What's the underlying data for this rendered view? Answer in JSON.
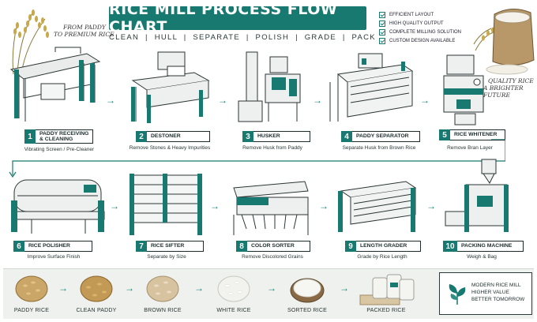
{
  "header": {
    "title": "RICE MILL PROCESS FLOW CHART",
    "subtitle": "CLEAN  |  HULL  |  SEPARATE  |  POLISH  |  GRADE  |  PACK",
    "slogan_left_1": "FROM PADDY",
    "slogan_left_2": "TO PREMIUM RICE",
    "slogan_right_1": "QUALITY RICE",
    "slogan_right_2": "A BRIGHTER FUTURE"
  },
  "features": [
    "EFFICIENT LAYOUT",
    "HIGH QUALITY OUTPUT",
    "COMPLETE MILLING SOLUTION",
    "CUSTOM DESIGN AVAILABLE"
  ],
  "steps": [
    {
      "num": "1",
      "label_1": "PADDY RECEIVING",
      "label_2": "& CLEANING",
      "desc": "Vibrating Screen / Pre-Cleaner"
    },
    {
      "num": "2",
      "label_1": "DESTONER",
      "label_2": "",
      "desc": "Remove Stones & Heavy Impurities"
    },
    {
      "num": "3",
      "label_1": "HUSKER",
      "label_2": "",
      "desc": "Remove Husk from Paddy"
    },
    {
      "num": "4",
      "label_1": "PADDY SEPARATOR",
      "label_2": "",
      "desc": "Separate Husk from Brown Rice"
    },
    {
      "num": "5",
      "label_1": "RICE WHITENER",
      "label_2": "",
      "desc": "Remove Bran Layer"
    },
    {
      "num": "6",
      "label_1": "RICE POLISHER",
      "label_2": "",
      "desc": "Improve Surface Finish"
    },
    {
      "num": "7",
      "label_1": "RICE SIFTER",
      "label_2": "",
      "desc": "Separate by Size"
    },
    {
      "num": "8",
      "label_1": "COLOR SORTER",
      "label_2": "",
      "desc": "Remove Discolored Grains"
    },
    {
      "num": "9",
      "label_1": "LENGTH GRADER",
      "label_2": "",
      "desc": "Grade by Rice Length"
    },
    {
      "num": "10",
      "label_1": "PACKING MACHINE",
      "label_2": "",
      "desc": "Weigh & Bag"
    }
  ],
  "products": [
    "PADDY RICE",
    "CLEAN PADDY",
    "BROWN RICE",
    "WHITE RICE",
    "SORTED RICE",
    "PACKED RICE"
  ],
  "motto": [
    "MODERN RICE MILL",
    "HIGHER VALUE",
    "BETTER TOMORROW"
  ],
  "colors": {
    "accent": "#17796f",
    "ink": "#1c2b2b",
    "panel": "#eef1ee"
  },
  "icons": {
    "check": "check-icon",
    "arrow": "arrow-right-icon",
    "leaf": "leaf-icon"
  }
}
